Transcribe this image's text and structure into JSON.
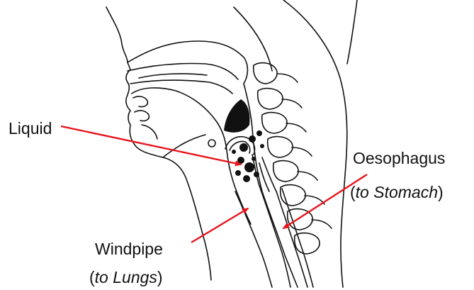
{
  "labels": {
    "liquid": "Liquid",
    "oesophagus": "Oesophagus",
    "oesophagus_sub": {
      "open": "(",
      "italic": "to Stomach",
      "close": ")"
    },
    "windpipe": "Windpipe",
    "windpipe_sub": {
      "open": "(",
      "italic": "to Lungs",
      "close": ")"
    }
  },
  "colors": {
    "arrow": "#e8141c",
    "line": "#111111",
    "liquid_fill": "#111111",
    "background": "#ffffff"
  },
  "illustration": "head-and-neck-cross-section"
}
